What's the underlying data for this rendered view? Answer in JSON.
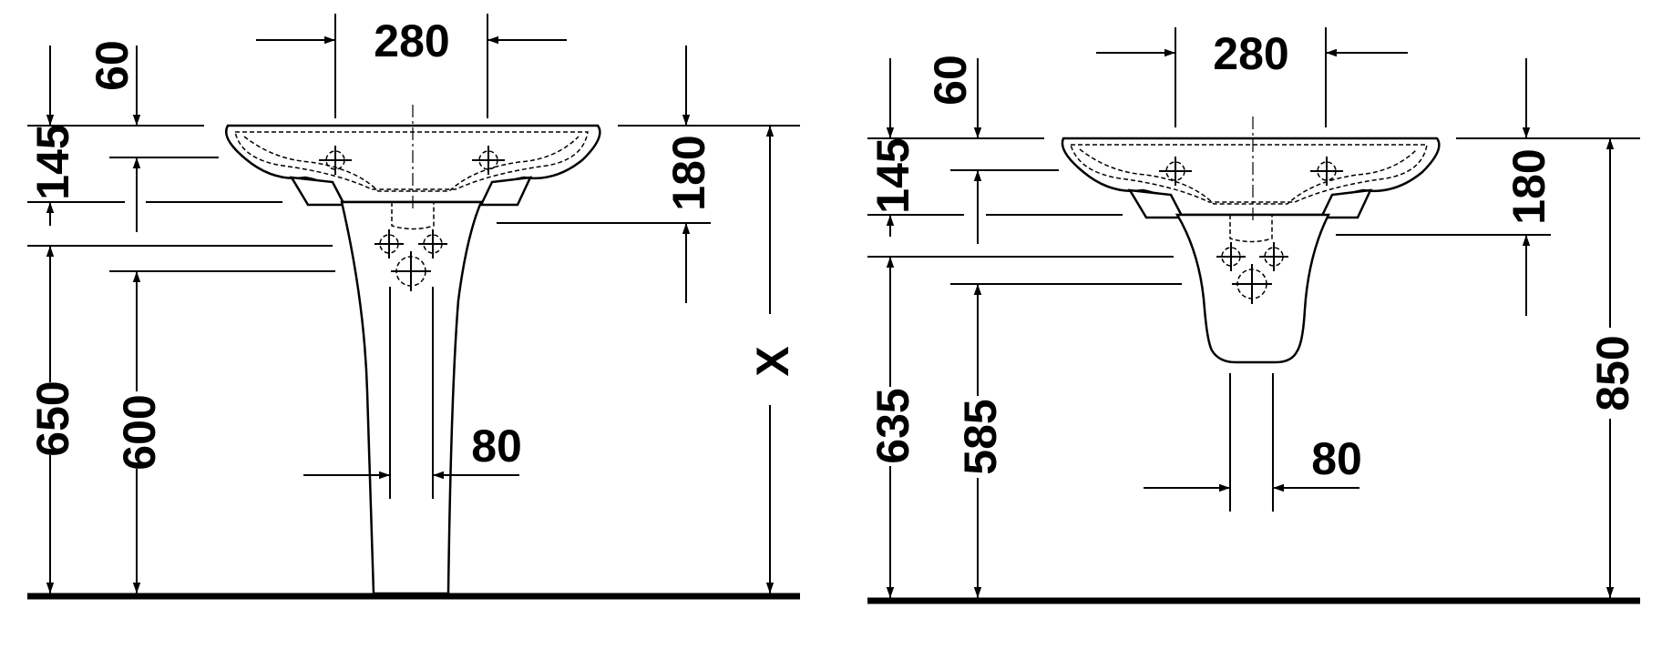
{
  "left_view": {
    "dims": {
      "top_width": "280",
      "rim_depth": "60",
      "drop": "145",
      "height_rim": "650",
      "height_trap": "600",
      "right_height": "180",
      "center_to_floor": "X",
      "pedestal_width": "80"
    }
  },
  "right_view": {
    "dims": {
      "top_width": "280",
      "rim_depth": "60",
      "drop": "145",
      "height_rim": "635",
      "height_trap": "585",
      "right_height": "180",
      "overall_height": "850",
      "pedestal_width": "80"
    }
  }
}
